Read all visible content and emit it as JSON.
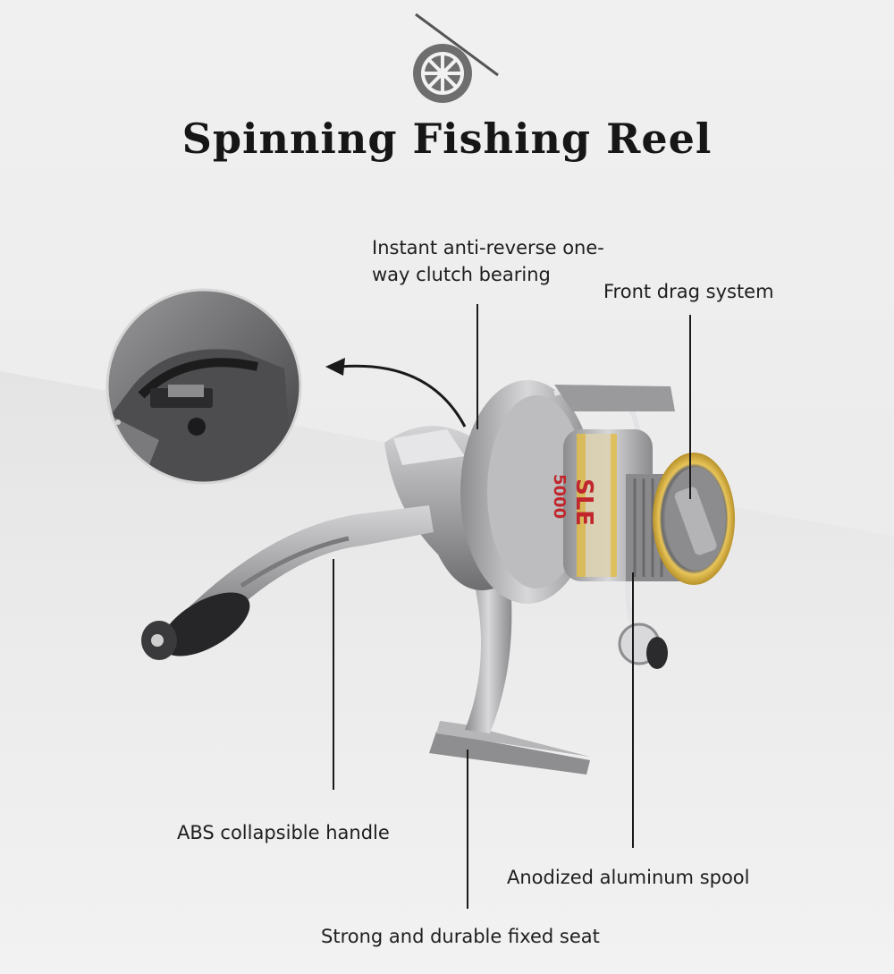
{
  "title": "Spinning Fishing Reel",
  "icons": {
    "header": "fishing-reel-icon"
  },
  "callouts": {
    "bearing": "Instant anti-reverse one-way clutch bearing",
    "drag": "Front drag system",
    "handle": "ABS collapsible handle",
    "spool": "Anodized aluminum spool",
    "seat": "Strong and durable fixed seat"
  },
  "reel_markings": {
    "model": "SLE",
    "size": "5000"
  },
  "colors": {
    "title": "#161616",
    "spool_gold": "#d9b23a",
    "model_red": "#c0262c",
    "metal": "#a9a9ab",
    "knob": "#2a2a2a"
  }
}
